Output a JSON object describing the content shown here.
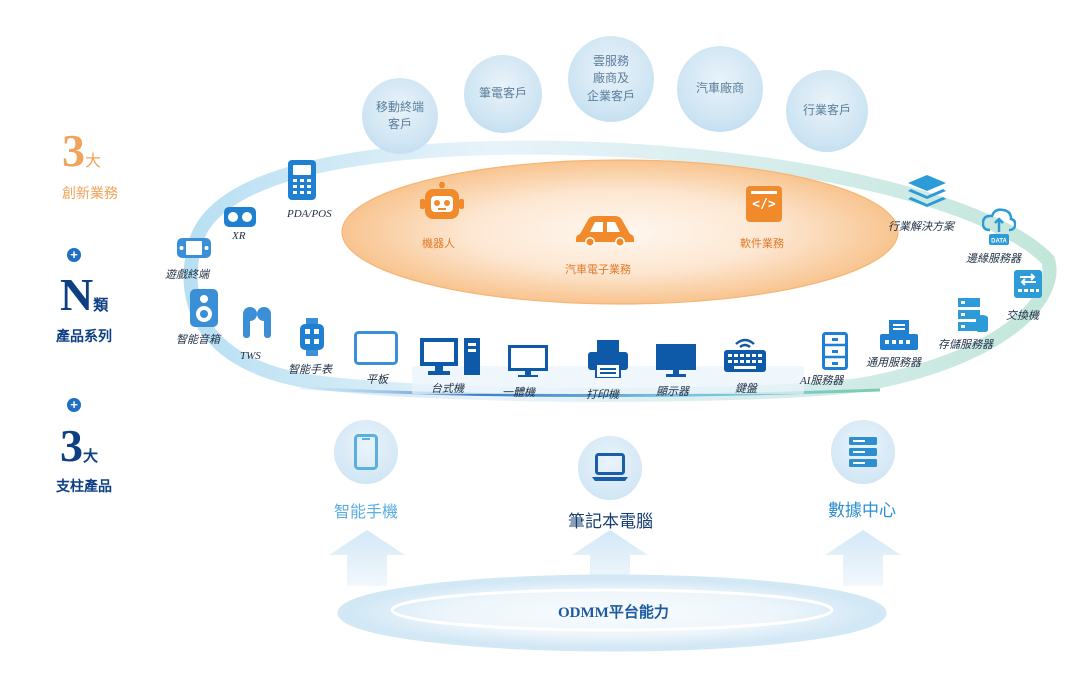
{
  "legend": {
    "innovation": {
      "number": "3",
      "unit": "大",
      "text": "創新業務"
    },
    "products": {
      "number": "N",
      "unit": "類",
      "text": "產品系列"
    },
    "pillars": {
      "number": "3",
      "unit": "大",
      "text": "支柱產品"
    },
    "plus": "+"
  },
  "customers": [
    {
      "lines": [
        "移動終端",
        "客戶"
      ]
    },
    {
      "lines": [
        "筆電客戶"
      ]
    },
    {
      "lines": [
        "雲服務",
        "廠商及",
        "企業客戶"
      ]
    },
    {
      "lines": [
        "汽車廠商"
      ]
    },
    {
      "lines": [
        "行業客戶"
      ]
    }
  ],
  "innovation_business": {
    "robot": "機器人",
    "auto": "汽車電子業務",
    "software": "軟件業務",
    "software_code": "</>"
  },
  "products": {
    "pda_pos": "PDA/POS",
    "xr": "XR",
    "game": "遊戲終端",
    "speaker": "智能音箱",
    "tws": "TWS",
    "watch": "智能手表",
    "tablet": "平板",
    "desktop": "台式機",
    "aio": "一體機",
    "printer": "打印機",
    "monitor": "顯示器",
    "keyboard": "鍵盤",
    "ai_server": "AI服務器",
    "general_server": "通用服務器",
    "storage_server": "存儲服務器",
    "switch": "交換機",
    "edge_server": "邊緣服務器",
    "edge_data": "DATA",
    "industry_solution": "行業解決方案"
  },
  "pillars": {
    "phone": "智能手機",
    "laptop": "筆記本電腦",
    "datacenter": "數據中心"
  },
  "platform": {
    "label": "ODMM平台能力"
  },
  "colors": {
    "dark_blue": "#0f3f83",
    "mid_blue": "#2a63b0",
    "orange": "#f0a35b",
    "orange_text": "#e07a2a",
    "green": "#6ec0a8",
    "light_blue": "#7cc0e4"
  }
}
